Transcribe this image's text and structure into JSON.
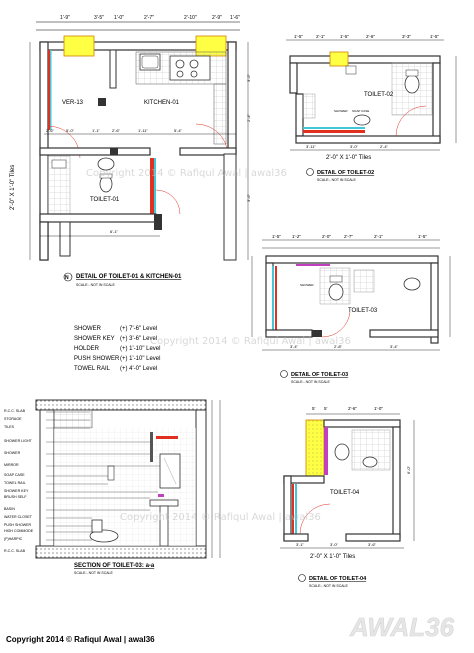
{
  "rooms": {
    "kitchen": "KITCHEN-01",
    "verandah": "VER-13",
    "toilet1": "TOILET-01",
    "toilet2": "TOILET-02",
    "toilet3": "TOILET-03",
    "toilet4": "TOILET-04"
  },
  "titles": {
    "detail_t1_k1": "DETAIL OF TOILET-01 & KITCHEN-01",
    "detail_t2": "DETAIL OF TOILET-02",
    "detail_t3": "DETAIL OF TOILET-03",
    "detail_t4": "DETAIL OF TOILET-04",
    "section_t3": "SECTION OF TOILET-03: a-a",
    "scale_note": "SCALE:- NOT IN SCALE"
  },
  "tile_notes": {
    "vertical": "2'-0\" X 1'-0\" Tiles",
    "t2": "2'-0\" X 1'-0\" Tiles",
    "t4": "2'-0\" X 1'-0\" Tiles"
  },
  "levels_table": [
    {
      "item": "SHOWER",
      "level": "(+) 7'-6\" Level"
    },
    {
      "item": "SHOWER KEY",
      "level": "(+) 3'-6\" Level"
    },
    {
      "item": "HOLDER",
      "level": "(+) 1'-10\" Level"
    },
    {
      "item": "PUSH SHOWER",
      "level": "(+) 1'-10\" Level"
    },
    {
      "item": "TOWEL RAIL",
      "level": "(+) 4'-0\" Level"
    }
  ],
  "section_labels": [
    "R.C.C. SLAB",
    "STORAGE",
    "TILES",
    "SHOWER LIGHT",
    "SHOWER",
    "MIRROR",
    "SOAP CASE",
    "TOWEL RAIL",
    "SHOWER KEY",
    "BRUSH SELF",
    "BASIN",
    "WATER CLOSET",
    "PUSH SHOWER",
    "HIGH COMMODE",
    "(F)HARPIC",
    "R.C.C. SLAB"
  ],
  "dims_top": [
    "1'-9\"",
    "3'-5\"",
    "1'-0\"",
    "2'-7\"",
    "2'-10\"",
    "2'-9\"",
    "1'-6\""
  ],
  "dims_t2": [
    "1'-5\"",
    "2'-1\"",
    "1'-5\"",
    "2'-6\"",
    "3'-3\"",
    "1'-5\""
  ],
  "dims_t3": [
    "1'-5\"",
    "1'-2\"",
    "2'-0\"",
    "2'-7\"",
    "2'-1\"",
    "1'-5\""
  ],
  "dims_t4": [
    "5'",
    "5'",
    "1'-0\"",
    "2'-6\"",
    "6'-0\""
  ],
  "watermark": "Copyright 2014 © Rafiqul Awal | awal36",
  "footer": "Copyright 2014 © Rafiqul Awal | awal36",
  "logo": "AWAL36",
  "colors": {
    "wall": "#333333",
    "tile": "#e8e8e8",
    "yellow": "#ffff44",
    "red": "#e03020",
    "cyan": "#40c8d8",
    "magenta": "#c040c0"
  }
}
